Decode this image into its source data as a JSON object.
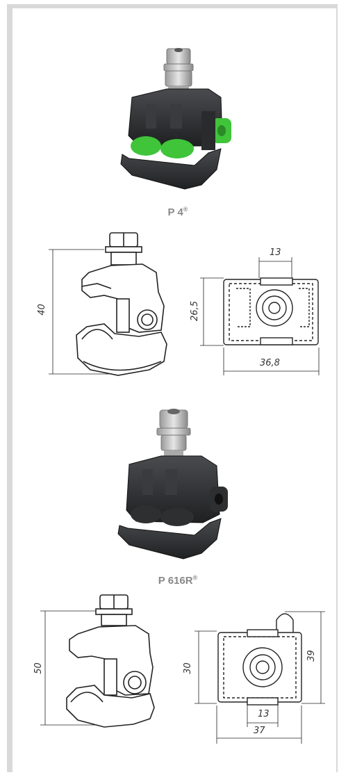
{
  "products": [
    {
      "name": "P 4",
      "mark": "®",
      "accent": "#3fc43a",
      "body_color": "#2e2f31",
      "dims": {
        "height": "40",
        "width": "36,8",
        "depth": "26,5",
        "bolt": "13"
      }
    },
    {
      "name": "P 616R",
      "mark": "®",
      "accent": "#2e2f31",
      "body_color": "#2e2f31",
      "dims": {
        "height": "50",
        "width": "37",
        "depth": "30",
        "total": "39",
        "bolt": "13"
      }
    }
  ]
}
